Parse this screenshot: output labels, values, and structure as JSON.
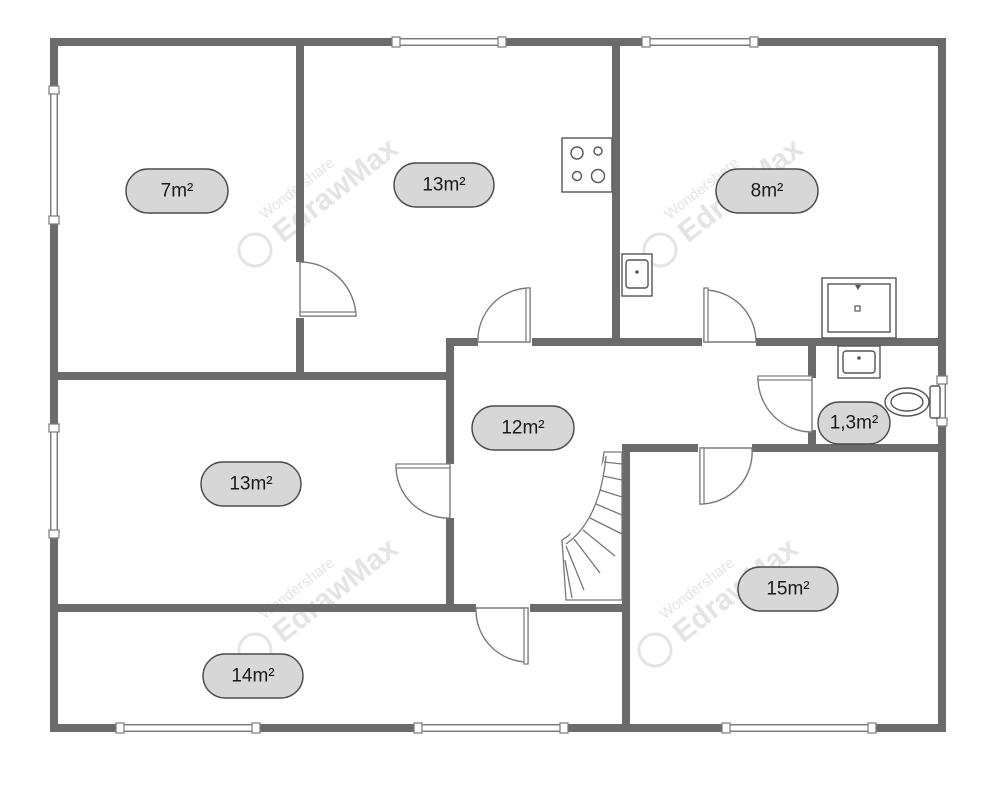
{
  "rooms": [
    {
      "id": "room-top-left",
      "area": "7m²"
    },
    {
      "id": "room-kitchen",
      "area": "13m²"
    },
    {
      "id": "room-top-right",
      "area": "8m²"
    },
    {
      "id": "room-hall",
      "area": "12m²"
    },
    {
      "id": "room-bathroom",
      "area": "1,3m²"
    },
    {
      "id": "room-mid-left",
      "area": "13m²"
    },
    {
      "id": "room-bottom-left",
      "area": "14m²"
    },
    {
      "id": "room-bottom-right",
      "area": "15m²"
    }
  ],
  "watermark": {
    "brand_top": "Wondershare",
    "brand_main": "EdrawMax"
  },
  "colors": {
    "wall": "#6b6b6b",
    "label_fill": "#d7d7d7",
    "label_stroke": "#4a4a4a",
    "watermark": "#e4e4e4"
  }
}
